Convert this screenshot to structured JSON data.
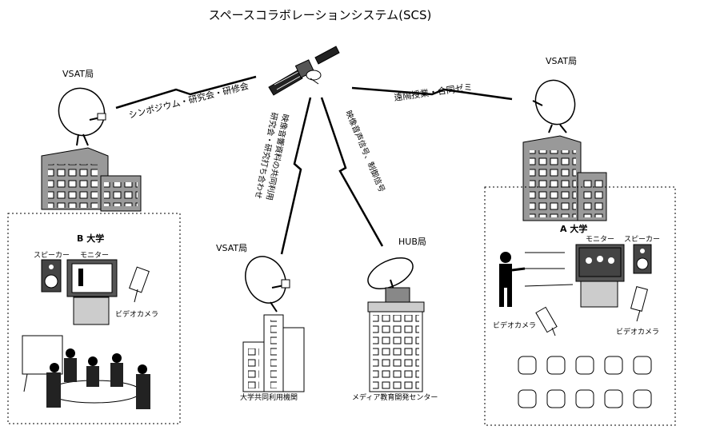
{
  "title": "スペースコラボレーションシステム(SCS)",
  "stations": {
    "vsat_left": "VSAT局",
    "vsat_right": "VSAT局",
    "vsat_center": "VSAT局",
    "hub": "HUB局"
  },
  "links": {
    "left": "シンポジウム・研究会・研修会",
    "right": "遠隔授業・合同ゼミ",
    "center_line1": "研究会・研究打ち合わせ",
    "center_line2": "映像音響資料の共同利用",
    "hub_line1": "映像音声信号、制御信号"
  },
  "sites": {
    "b_univ": "B 大学",
    "a_univ": "A 大学",
    "inter_univ": "大学共同利用機関",
    "media_center": "メディア教育開発センター"
  },
  "equipment": {
    "speaker_b": "スピーカー",
    "monitor_b": "モニター",
    "camera_b": "ビデオカメラ",
    "monitor_a": "モニター",
    "speaker_a": "スピーカー",
    "camera_a1": "ビデオカメラ",
    "camera_a2": "ビデオカメラ"
  }
}
